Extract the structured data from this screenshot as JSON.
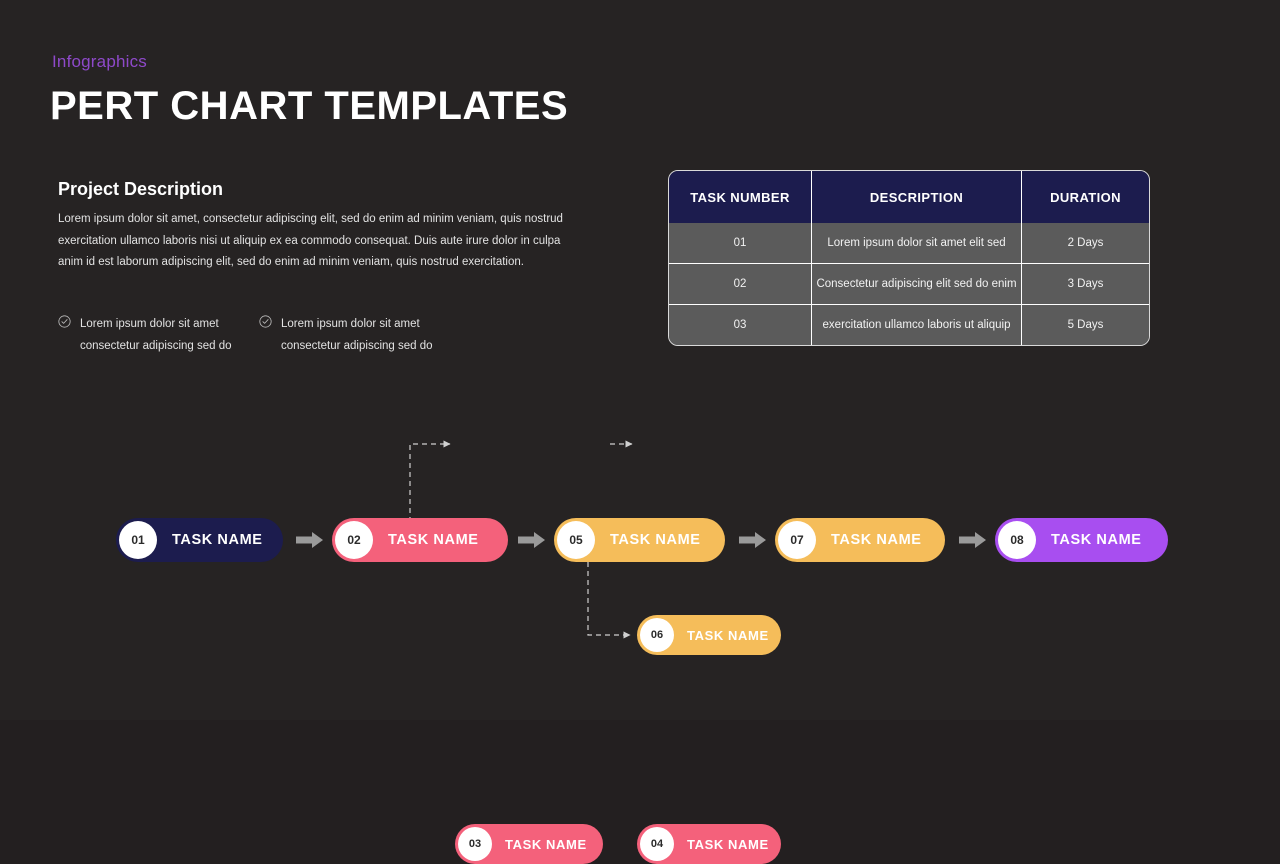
{
  "header": {
    "kicker": "Infographics",
    "title": "PERT CHART TEMPLATES",
    "kicker_color": "#8e49c9"
  },
  "description": {
    "heading": "Project Description",
    "body": "Lorem ipsum dolor sit amet, consectetur adipiscing elit, sed do enim ad minim veniam, quis nostrud exercitation ullamco laboris nisi ut aliquip ex ea commodo consequat. Duis aute irure dolor in culpa anim id est laborum adipiscing elit, sed do enim ad minim veniam, quis nostrud exercitation.",
    "bullets": [
      {
        "icon": "check-circle-icon",
        "text": "Lorem ipsum dolor sit amet consectetur adipiscing sed do"
      },
      {
        "icon": "check-circle-icon",
        "text": "Lorem ipsum dolor sit amet consectetur adipiscing sed do"
      }
    ]
  },
  "table": {
    "columns": [
      "TASK NUMBER",
      "DESCRIPTION",
      "DURATION"
    ],
    "header_bg": "#1c1c4e",
    "row_bg": "#5b5b5b",
    "rows": [
      {
        "task_number": "01",
        "description": "Lorem ipsum dolor sit amet  elit sed",
        "duration": "2 Days"
      },
      {
        "task_number": "02",
        "description": "Consectetur adipiscing elit sed do enim",
        "duration": "3 Days"
      },
      {
        "task_number": "03",
        "description": "exercitation ullamco laboris ut aliquip",
        "duration": "5 Days"
      }
    ]
  },
  "diagram": {
    "arrow_color": "#9a9a9a",
    "dash_color": "#cfcfcf",
    "nodes": [
      {
        "id": "01",
        "label": "TASK NAME",
        "color": "#1c1c4e",
        "row": "main"
      },
      {
        "id": "02",
        "label": "TASK NAME",
        "color": "#f4617b",
        "row": "main"
      },
      {
        "id": "05",
        "label": "TASK NAME",
        "color": "#f5bd5a",
        "row": "main"
      },
      {
        "id": "07",
        "label": "TASK NAME",
        "color": "#f5bd5a",
        "row": "main"
      },
      {
        "id": "08",
        "label": "TASK NAME",
        "color": "#a84ef0",
        "row": "main"
      },
      {
        "id": "03",
        "label": "TASK NAME",
        "color": "#f4617b",
        "row": "upper"
      },
      {
        "id": "04",
        "label": "TASK NAME",
        "color": "#f4617b",
        "row": "upper"
      },
      {
        "id": "06",
        "label": "TASK NAME",
        "color": "#f5bd5a",
        "row": "lower"
      }
    ]
  }
}
